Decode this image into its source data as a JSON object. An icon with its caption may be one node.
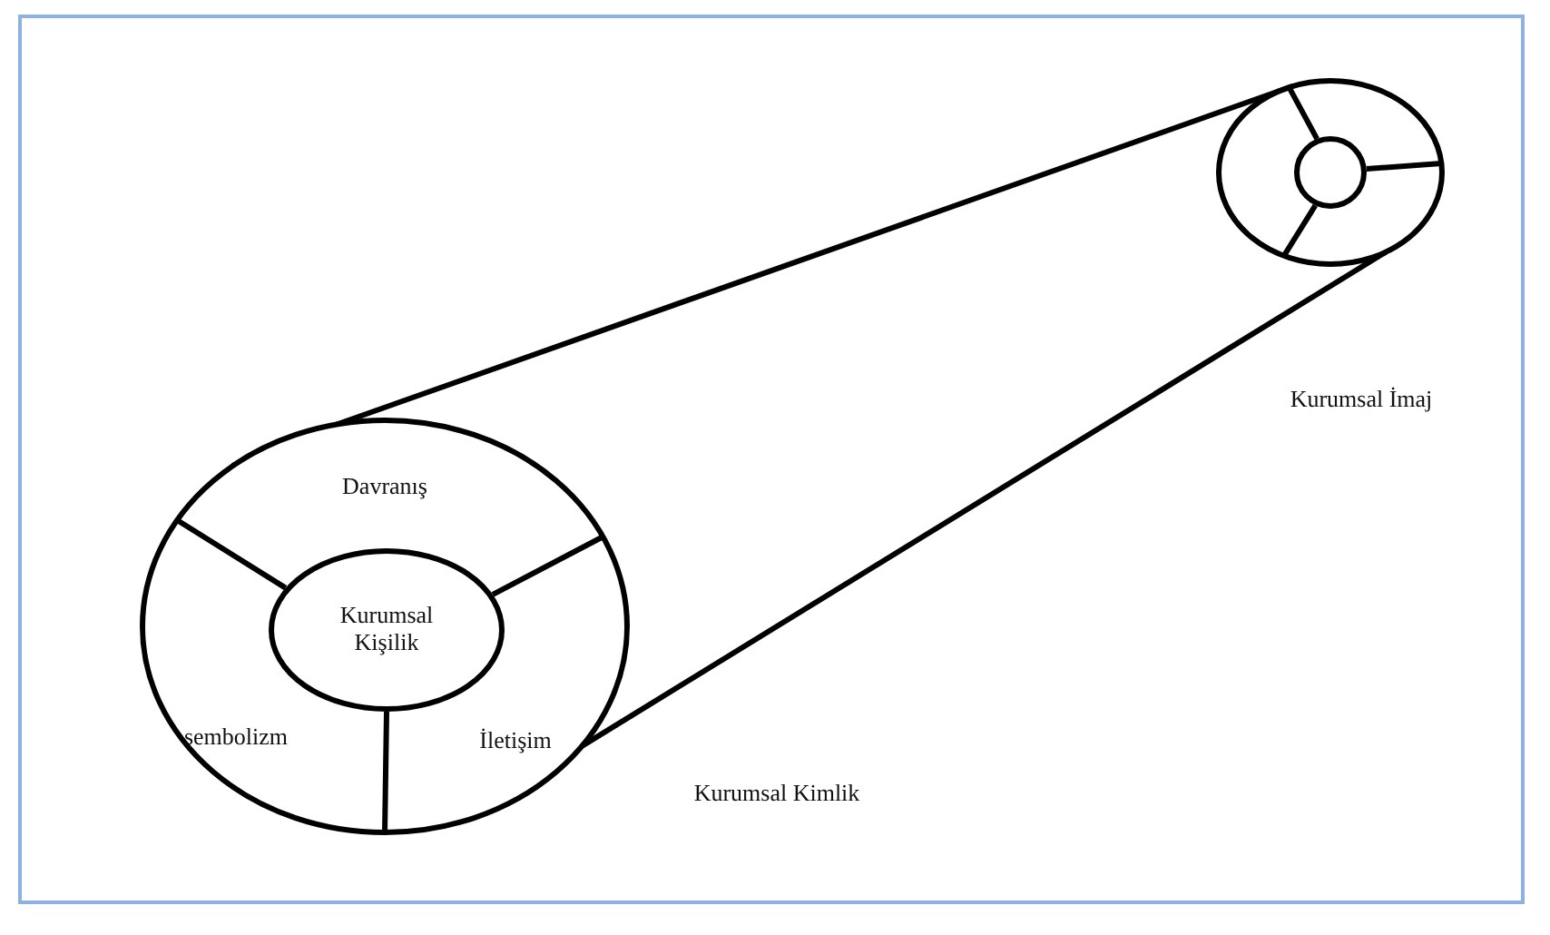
{
  "diagram": {
    "nodes": [
      {
        "text": [
          "Davranış",
          "sembolizm",
          "İletişim"
        ]
      },
      {
        "text": [
          "Kurumsal Kişilik"
        ],
        "in": 0
      },
      {
        "text": [],
        "shape": "circle"
      },
      {
        "text": [],
        "shape": "circle",
        "in": 2
      }
    ],
    "edges": [
      {
        "from": 0,
        "to": 2,
        "arrow": "none"
      },
      {
        "from": 0,
        "to": 2,
        "arrow": "none"
      }
    ],
    "labels": [
      "Kurumsal İmaj",
      "Kurumsal Kimlik"
    ]
  }
}
